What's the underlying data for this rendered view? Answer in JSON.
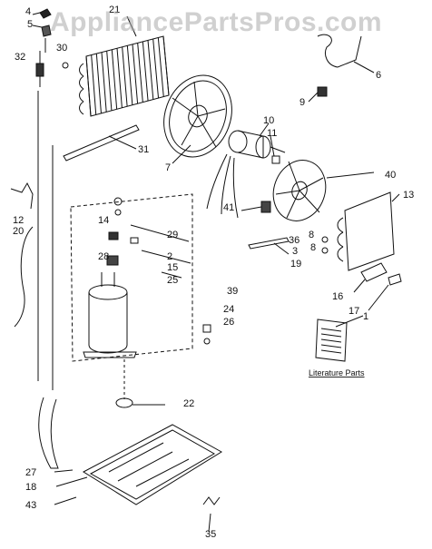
{
  "watermark": "AppliancePartsPros.com",
  "literature_label": "Literature Parts",
  "callouts": [
    "4",
    "5",
    "30",
    "32",
    "21",
    "31",
    "7",
    "6",
    "9",
    "10",
    "11",
    "40",
    "13",
    "12",
    "20",
    "14",
    "29",
    "28",
    "2",
    "15",
    "25",
    "39",
    "41",
    "36",
    "3",
    "8",
    "8",
    "19",
    "16",
    "17",
    "1",
    "24",
    "26",
    "22",
    "27",
    "18",
    "43",
    "35"
  ],
  "colors": {
    "line": "#111111",
    "watermark": "#aaaaaa"
  }
}
